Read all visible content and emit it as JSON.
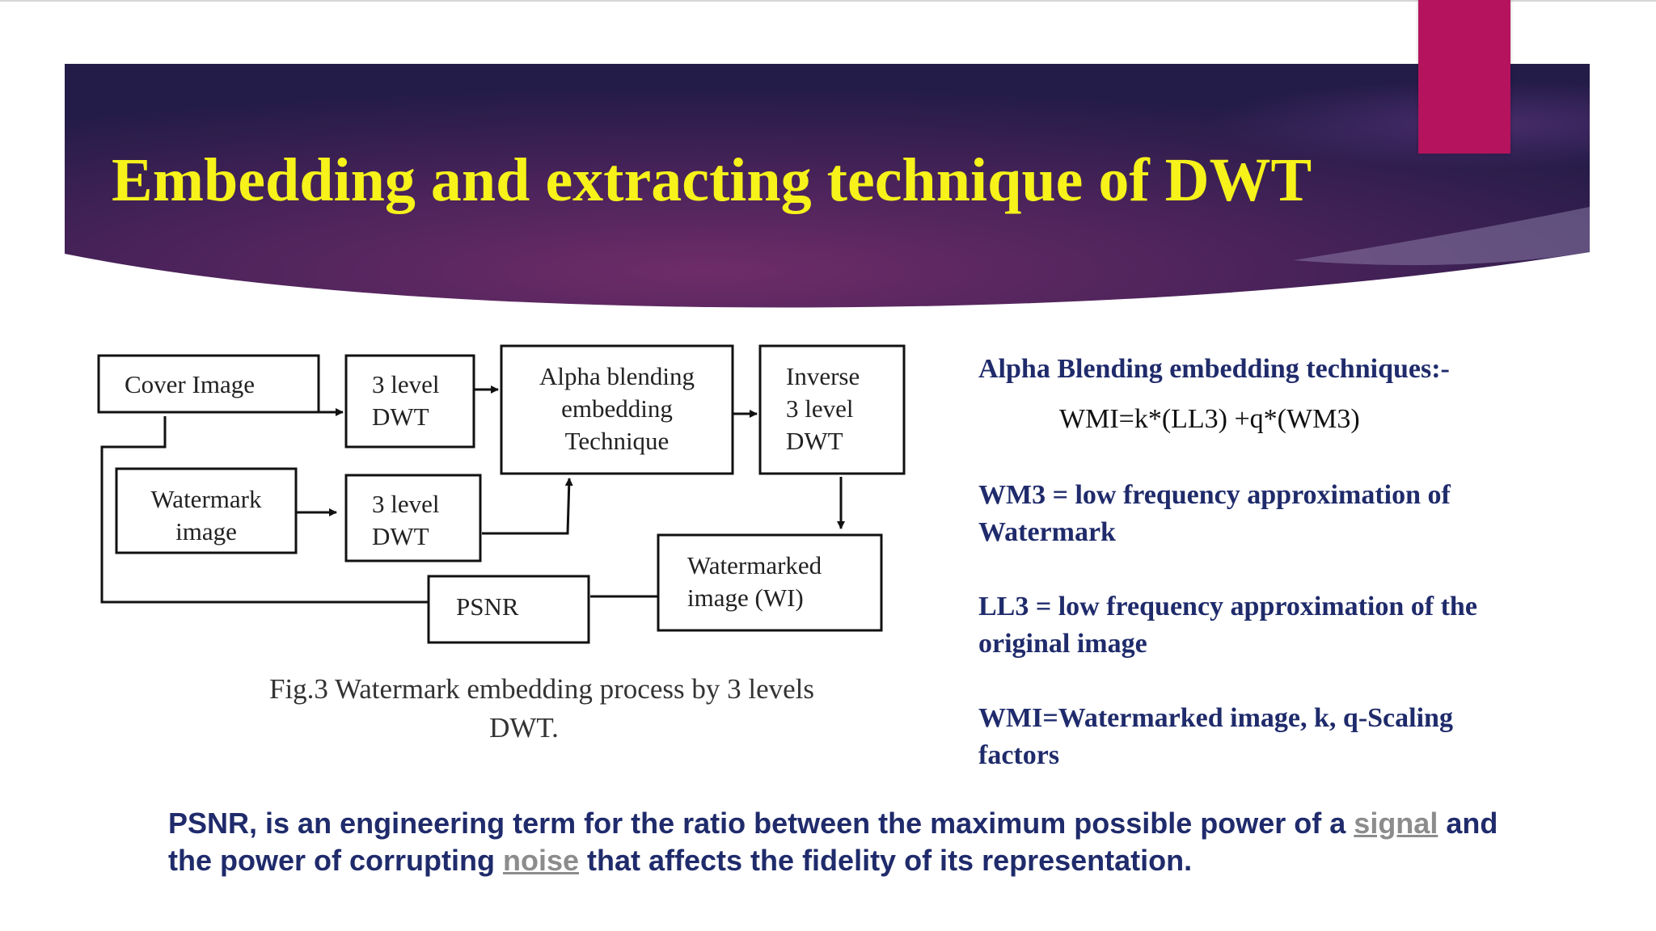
{
  "slide": {
    "title": "Embedding and extracting technique of DWT"
  },
  "diagram": {
    "nodes": {
      "cover_image": "Cover Image",
      "dwt_top": [
        "3 level",
        "DWT"
      ],
      "alpha_blending": [
        "Alpha blending",
        "embedding",
        "Technique"
      ],
      "inverse_dwt": [
        "Inverse",
        "3 level",
        "DWT"
      ],
      "watermark_image": [
        "Watermark",
        "image"
      ],
      "dwt_bottom": [
        "3 level",
        "DWT"
      ],
      "watermarked_image": [
        "Watermarked",
        "image (WI)"
      ],
      "psnr": "PSNR"
    },
    "caption": [
      "Fig.3 Watermark embedding process by 3 levels",
      "DWT."
    ]
  },
  "notes": {
    "heading": "Alpha Blending embedding techniques:-",
    "formula": "WMI=k*(LL3) +q*(WM3)",
    "wm3": "WM3 = low frequency approximation of\nWatermark",
    "ll3": " LL3 = low frequency approximation of the\noriginal image",
    "wmi": "WMI=Watermarked image, k, q-Scaling\nfactors"
  },
  "definition": {
    "part1": "PSNR, is an engineering term for the ratio between the maximum possible power of a ",
    "link_signal": "signal",
    "part2": " and the power of corrupting ",
    "link_noise": "noise",
    "part3": " that affects the fidelity of its representation."
  },
  "colors": {
    "banner_dark": "#2a1e4e",
    "banner_mid": "#5e2760",
    "title": "#f6f21a",
    "accent": "#b5135e",
    "body_text": "#1f2b6b",
    "link": "#8c8c8c"
  }
}
